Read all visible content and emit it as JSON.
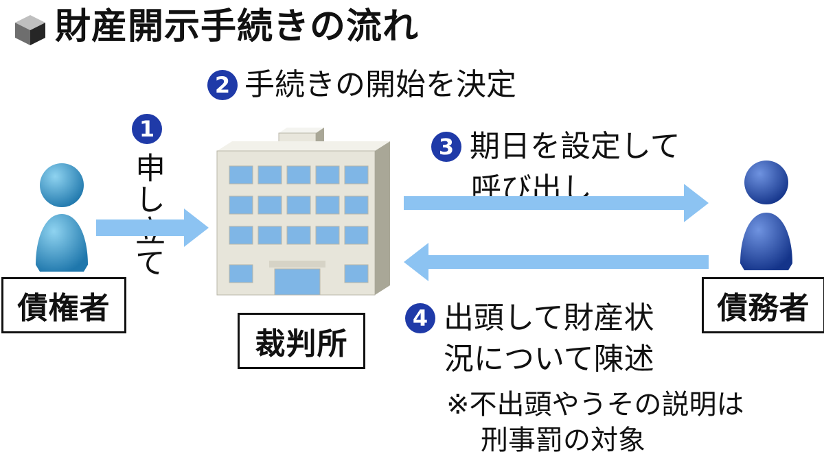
{
  "title": "財産開示手続きの流れ",
  "icon_title": "cube-icon",
  "steps": [
    {
      "num": "1",
      "text": "申し立て"
    },
    {
      "num": "2",
      "text": "手続きの開始を決定"
    },
    {
      "num": "3",
      "line1": "期日を設定して",
      "line2": "呼び出し"
    },
    {
      "num": "4",
      "line1": "出頭して財産状",
      "line2": "況について陳述"
    }
  ],
  "note": {
    "line1": "※不出頭やうその説明は",
    "line2": "刑事罰の対象"
  },
  "actors": {
    "creditor": "債権者",
    "court": "裁判所",
    "debtor": "債務者"
  },
  "colors": {
    "badge": "#1f3aa8",
    "arrow": "#8cc3f2",
    "creditor": "#2f8fc4",
    "debtor": "#1c46a6"
  }
}
